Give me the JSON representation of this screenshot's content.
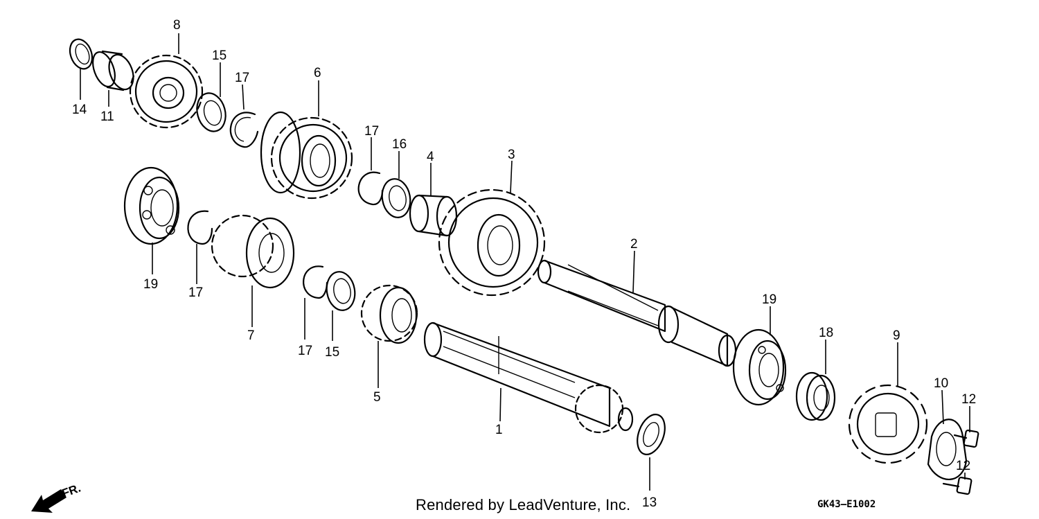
{
  "callouts": [
    {
      "id": "p8",
      "label": "8"
    },
    {
      "id": "p15a",
      "label": "15"
    },
    {
      "id": "p17a",
      "label": "17"
    },
    {
      "id": "p14",
      "label": "14"
    },
    {
      "id": "p11",
      "label": "11"
    },
    {
      "id": "p6",
      "label": "6"
    },
    {
      "id": "p17b",
      "label": "17"
    },
    {
      "id": "p16",
      "label": "16"
    },
    {
      "id": "p4",
      "label": "4"
    },
    {
      "id": "p3",
      "label": "3"
    },
    {
      "id": "p19a",
      "label": "19"
    },
    {
      "id": "p17c",
      "label": "17"
    },
    {
      "id": "p7",
      "label": "7"
    },
    {
      "id": "p17d",
      "label": "17"
    },
    {
      "id": "p15b",
      "label": "15"
    },
    {
      "id": "p5",
      "label": "5"
    },
    {
      "id": "p2",
      "label": "2"
    },
    {
      "id": "p1",
      "label": "1"
    },
    {
      "id": "p19b",
      "label": "19"
    },
    {
      "id": "p18",
      "label": "18"
    },
    {
      "id": "p9",
      "label": "9"
    },
    {
      "id": "p10",
      "label": "10"
    },
    {
      "id": "p12a",
      "label": "12"
    },
    {
      "id": "p12b",
      "label": "12"
    },
    {
      "id": "p13",
      "label": "13"
    }
  ],
  "direction_label": "FR.",
  "credit": "Rendered by LeadVenture, Inc.",
  "diagram_code": "GK43–E1002"
}
